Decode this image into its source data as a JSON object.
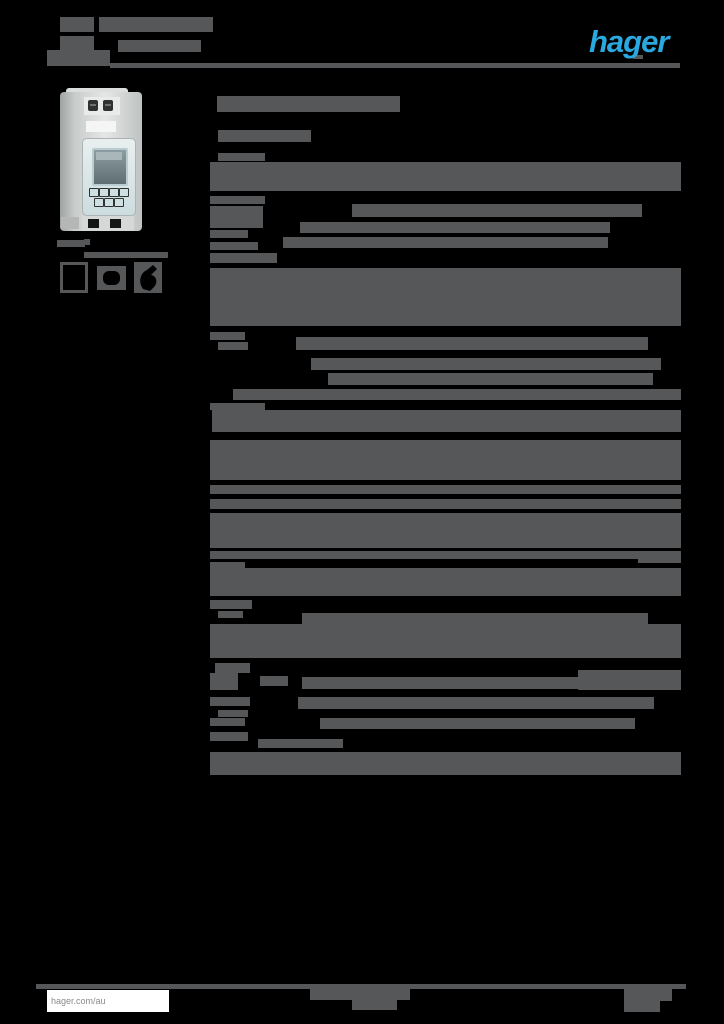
{
  "colors": {
    "background": "#000000",
    "redacted_bar": "#555759",
    "logo_cyan": "#2AA9E0",
    "footer_box": "#FFFFFF",
    "footer_text": "#8A8A8A"
  },
  "header": {
    "logo_text": "hager",
    "bars": [
      [
        60,
        17,
        34,
        15
      ],
      [
        99,
        17,
        114,
        15
      ],
      [
        60,
        36,
        34,
        21
      ],
      [
        118,
        40,
        83,
        12
      ],
      [
        47,
        50,
        63,
        16
      ],
      [
        110,
        63,
        570,
        5
      ],
      [
        633,
        55,
        10,
        4
      ]
    ]
  },
  "product_panel": {
    "icons": [
      "square-outline-icon",
      "rounded-shape-icon",
      "hand-icon"
    ],
    "caption_bars": [
      [
        57,
        240,
        28,
        7
      ],
      [
        84,
        239,
        6,
        6
      ],
      [
        84,
        252,
        84,
        6
      ]
    ]
  },
  "main": {
    "bars": [
      [
        217,
        96,
        183,
        16
      ],
      [
        218,
        130,
        93,
        12
      ],
      [
        218,
        153,
        47,
        8
      ],
      [
        210,
        162,
        471,
        29
      ],
      [
        210,
        196,
        55,
        8
      ],
      [
        210,
        206,
        53,
        22
      ],
      [
        352,
        204,
        290,
        13
      ],
      [
        300,
        222,
        310,
        11
      ],
      [
        210,
        230,
        38,
        8
      ],
      [
        283,
        237,
        325,
        11
      ],
      [
        210,
        242,
        48,
        8
      ],
      [
        210,
        253,
        67,
        10
      ],
      [
        210,
        268,
        471,
        58
      ],
      [
        210,
        332,
        35,
        8
      ],
      [
        218,
        342,
        30,
        8
      ],
      [
        296,
        337,
        352,
        13
      ],
      [
        311,
        358,
        350,
        12
      ],
      [
        328,
        373,
        325,
        12
      ],
      [
        233,
        389,
        448,
        11
      ],
      [
        210,
        403,
        55,
        7
      ],
      [
        212,
        410,
        469,
        22
      ],
      [
        210,
        440,
        471,
        40
      ],
      [
        210,
        485,
        471,
        9
      ],
      [
        210,
        499,
        471,
        10
      ],
      [
        210,
        513,
        471,
        35
      ],
      [
        210,
        551,
        471,
        8
      ],
      [
        210,
        562,
        35,
        8
      ],
      [
        638,
        554,
        43,
        9
      ],
      [
        210,
        568,
        471,
        28
      ],
      [
        210,
        600,
        42,
        9
      ],
      [
        218,
        611,
        25,
        7
      ],
      [
        302,
        613,
        346,
        11
      ],
      [
        210,
        624,
        471,
        34
      ],
      [
        215,
        663,
        35,
        10
      ],
      [
        210,
        673,
        28,
        17
      ],
      [
        260,
        676,
        28,
        10
      ],
      [
        302,
        677,
        277,
        12
      ],
      [
        578,
        670,
        103,
        20
      ],
      [
        210,
        697,
        40,
        9
      ],
      [
        298,
        697,
        356,
        12
      ],
      [
        218,
        710,
        30,
        7
      ],
      [
        210,
        718,
        35,
        8
      ],
      [
        320,
        718,
        315,
        11
      ],
      [
        210,
        732,
        38,
        9
      ],
      [
        258,
        739,
        85,
        9
      ],
      [
        210,
        752,
        471,
        23
      ]
    ]
  },
  "footer": {
    "website": "hager.com/au",
    "bars": [
      [
        36,
        984,
        650,
        5
      ],
      [
        310,
        989,
        100,
        11
      ],
      [
        352,
        1000,
        45,
        10
      ],
      [
        624,
        989,
        48,
        12
      ],
      [
        624,
        1001,
        36,
        11
      ]
    ]
  }
}
